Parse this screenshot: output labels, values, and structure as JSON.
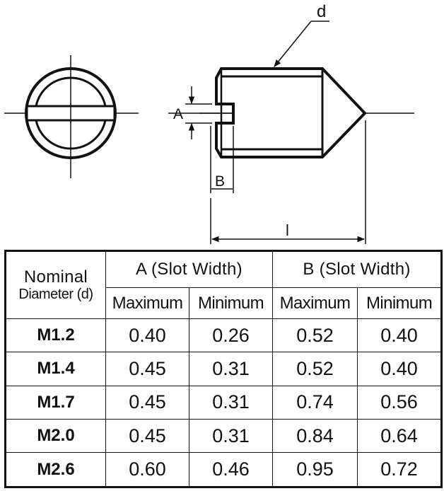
{
  "drawing": {
    "labels": {
      "d": "d",
      "A": "A",
      "B": "B",
      "l": "l"
    }
  },
  "table": {
    "nominal_line1": "Nominal",
    "nominal_line2": "Diameter (d)",
    "groups": [
      "A (Slot Width)",
      "B (Slot Width)"
    ],
    "subheaders": [
      "Maximum",
      "Minimum",
      "Maximum",
      "Minimum"
    ],
    "rows": [
      {
        "size": "M1.2",
        "a_max": "0.40",
        "a_min": "0.26",
        "b_max": "0.52",
        "b_min": "0.40"
      },
      {
        "size": "M1.4",
        "a_max": "0.45",
        "a_min": "0.31",
        "b_max": "0.52",
        "b_min": "0.40"
      },
      {
        "size": "M1.7",
        "a_max": "0.45",
        "a_min": "0.31",
        "b_max": "0.74",
        "b_min": "0.56"
      },
      {
        "size": "M2.0",
        "a_max": "0.45",
        "a_min": "0.31",
        "b_max": "0.84",
        "b_min": "0.64"
      },
      {
        "size": "M2.6",
        "a_max": "0.60",
        "a_min": "0.46",
        "b_max": "0.95",
        "b_min": "0.72"
      }
    ]
  }
}
